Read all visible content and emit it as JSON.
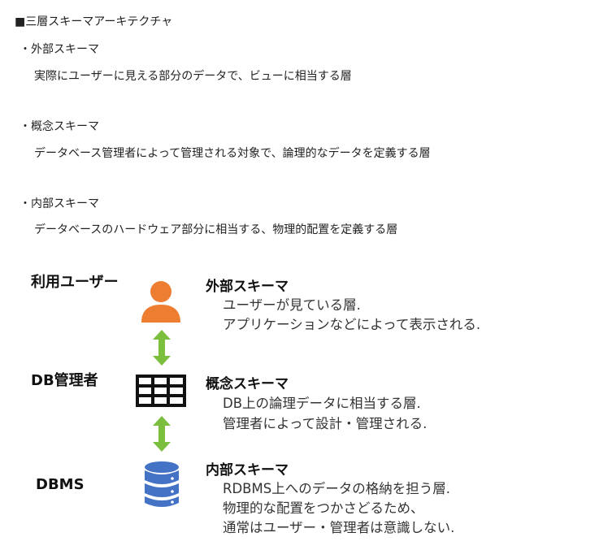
{
  "heading": "■三層スキーマアーキテクチャ",
  "sections": [
    {
      "title": "・外部スキーマ",
      "description": "実際にユーザーに見える部分のデータで、ビューに相当する層"
    },
    {
      "title": "・概念スキーマ",
      "description": "データベース管理者によって管理される対象で、論理的なデータを定義する層"
    },
    {
      "title": "・内部スキーマ",
      "description": "データベースのハードウェア部分に相当する、物理的配置を定義する層"
    }
  ],
  "diagram": {
    "roles": [
      "利用ユーザー",
      "DB管理者",
      "DBMS"
    ],
    "icons": [
      "user-icon",
      "table-grid-icon",
      "database-icon",
      "double-arrow-icon"
    ],
    "colors": {
      "user": "#ED7D31",
      "arrow": "#7CBF3F",
      "database": "#4472C4",
      "grid": "#111111"
    },
    "schemas": [
      {
        "title": "外部スキーマ",
        "lines": [
          "ユーザーが見ている層.",
          "アプリケーションなどによって表示される."
        ]
      },
      {
        "title": "概念スキーマ",
        "lines": [
          "DB上の論理データに相当する層.",
          "管理者によって設計・管理される."
        ]
      },
      {
        "title": "内部スキーマ",
        "lines": [
          "RDBMS上へのデータの格納を担う層.",
          "物理的な配置をつかさどるため、",
          "通常はユーザー・管理者は意識しない."
        ]
      }
    ]
  }
}
